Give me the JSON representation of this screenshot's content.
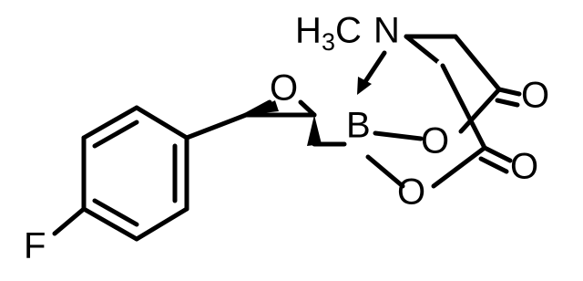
{
  "atoms": {
    "fluorine": "F",
    "boron": "B",
    "epoxide_oxygen": "O",
    "ring_oxygen_upper": "O",
    "ring_oxygen_lower": "O",
    "carbonyl_oxygen_upper": "O",
    "carbonyl_oxygen_lower": "O",
    "nitrogen": "N",
    "methyl_carbon": "C",
    "methyl_hydrogen": "H",
    "methyl_subscript": "3"
  }
}
